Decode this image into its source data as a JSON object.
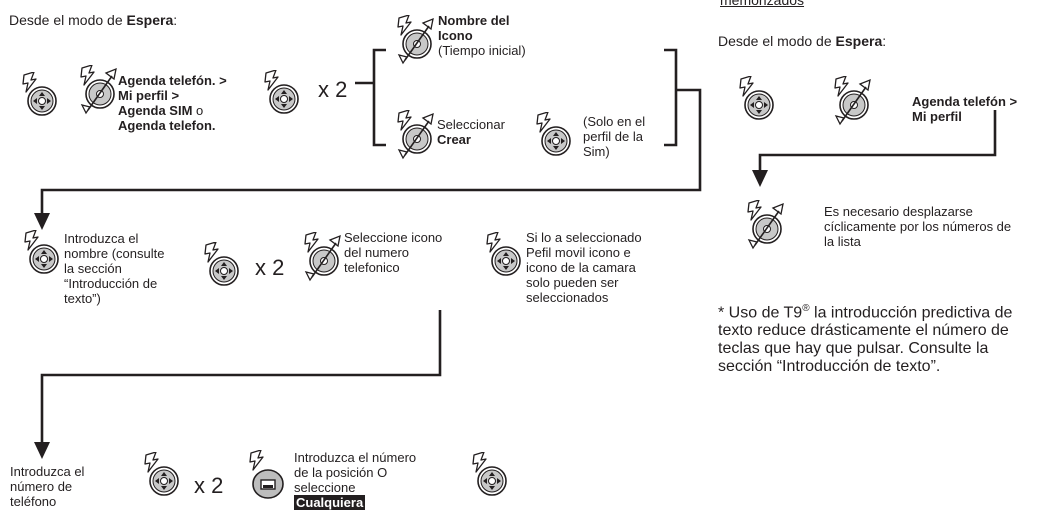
{
  "left": {
    "from_standby": {
      "prefix": "Desde el modo de ",
      "bold": "Espera",
      "suffix": ":"
    },
    "menu_path": {
      "line1": "Agenda telefón. >",
      "line2": "Mi perfil >",
      "line3_bold": "Agenda SIM",
      "line3_rest": " o",
      "line4": "Agenda telefon."
    },
    "times_two": "x 2",
    "icon_name": {
      "line1": "Nombre del",
      "line2": "Icono",
      "line3": "(Tiempo inicial)"
    },
    "select_create": {
      "line1": "Seleccionar",
      "line2": "Crear"
    },
    "sim_only": {
      "line1": "(Solo en el",
      "line2": "perfil de la",
      "line3": "Sim)"
    },
    "enter_name": {
      "line1": "Introduzca el",
      "line2": "nombre (consulte",
      "line3": "la sección",
      "line4": "“Introducción de",
      "line5": "texto”)"
    },
    "select_icon": {
      "line1": "Seleccione icono",
      "line2": "del numero",
      "line3": "telefonico"
    },
    "if_selected": {
      "line1": "Si lo a seleccionado",
      "line2": "Pefil movil icono e",
      "line3": "icono de la camara",
      "line4": "solo pueden ser",
      "line5": "seleccionados"
    },
    "enter_number": {
      "line1": "Introduzca el",
      "line2": "número de",
      "line3": "teléfono"
    },
    "position": {
      "line1": "Introduzca el número",
      "line2": "de la posición O",
      "line3": "seleccione",
      "line4": "Cualquiera"
    }
  },
  "right": {
    "heading_fragment": "memorizados",
    "from_standby": {
      "prefix": "Desde el modo de ",
      "bold": "Espera",
      "suffix": ":"
    },
    "menu_path": {
      "line1": "Agenda telefón >",
      "line2": "Mi perfil"
    },
    "scroll_note": {
      "line1": "Es necesario desplazarse",
      "line2": "cíclicamente por los números de",
      "line3": "la lista"
    },
    "t9_note": {
      "line1_a": "* Uso de T9",
      "line1_sup": "®",
      "line1_b": " la introducción predictiva de",
      "line2": "texto reduce drásticamente el número de",
      "line3": "teclas que hay que pulsar. Consulte la",
      "line4": "sección “Introducción de texto”."
    }
  },
  "colors": {
    "ink": "#231f20",
    "pad_fill": "#c8c8c8",
    "key_fill": "#bdbdbd"
  }
}
